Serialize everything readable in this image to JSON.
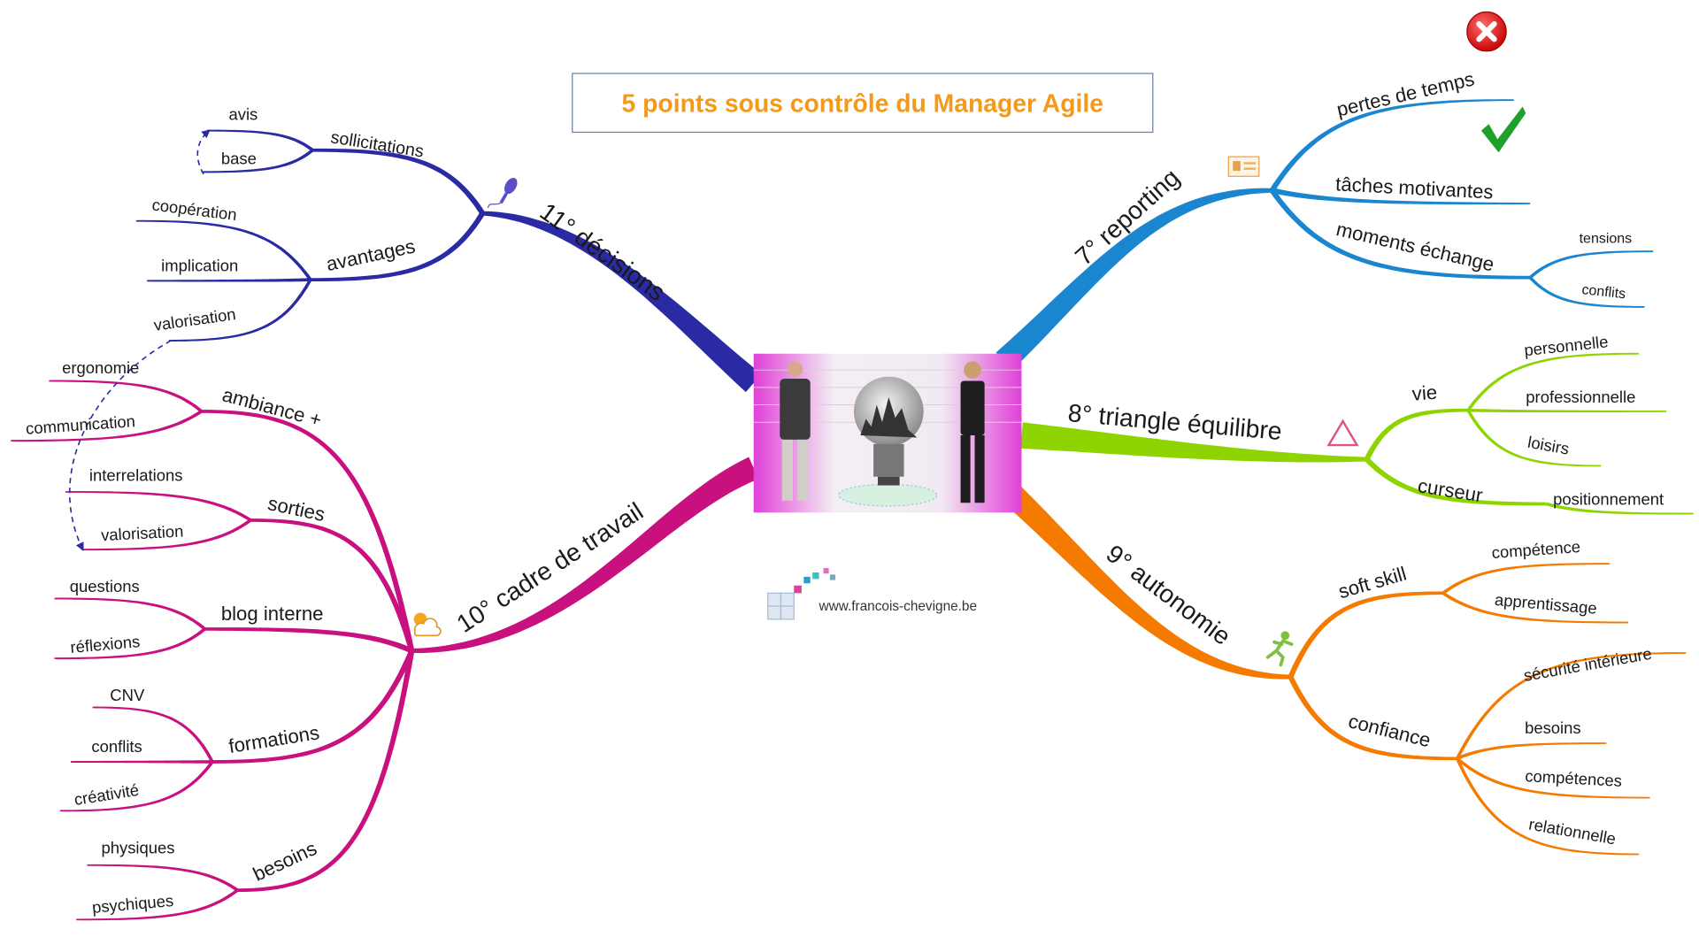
{
  "title": "5 points sous contrôle du Manager Agile",
  "website": "www.francois-chevigne.be",
  "colors": {
    "decisions": "#2a2aa5",
    "cadre": "#c8107f",
    "reporting": "#1a86cf",
    "triangle": "#8ed400",
    "autonomie": "#f47a00",
    "title": "#f39a1b"
  },
  "branches": {
    "decisions": {
      "label": "11° décisions",
      "icon": "microphone-icon",
      "sollicitations": {
        "label": "sollicitations",
        "children": [
          "avis",
          "base"
        ]
      },
      "avantages": {
        "label": "avantages",
        "children": [
          "coopération",
          "implication",
          "valorisation"
        ]
      }
    },
    "cadre": {
      "label": "10° cadre de travail",
      "icon": "sun-cloud-icon",
      "ambiance": {
        "label": "ambiance +",
        "children": [
          "ergonomie",
          "communication"
        ]
      },
      "sorties": {
        "label": "sorties",
        "children": [
          "interrelations",
          "valorisation"
        ]
      },
      "blog": {
        "label": "blog interne",
        "children": [
          "questions",
          "réflexions"
        ]
      },
      "formations": {
        "label": "formations",
        "children": [
          "CNV",
          "conflits",
          "créativité"
        ]
      },
      "besoins": {
        "label": "besoins",
        "children": [
          "physiques",
          "psychiques"
        ]
      }
    },
    "reporting": {
      "label": "7° reporting",
      "icon": "id-card-icon",
      "pertes": {
        "label": "pertes de temps",
        "icon": "red-x-icon"
      },
      "taches": {
        "label": "tâches motivantes",
        "icon": "green-check-icon"
      },
      "moments": {
        "label": "moments échange",
        "children": [
          "tensions",
          "conflits"
        ]
      }
    },
    "triangle": {
      "label": "8° triangle équilibre",
      "icon": "triangle-icon",
      "vie": {
        "label": "vie",
        "children": [
          "personnelle",
          "professionnelle",
          "loisirs"
        ]
      },
      "curseur": {
        "label": "curseur",
        "children": [
          "positionnement"
        ]
      }
    },
    "autonomie": {
      "label": "9° autonomie",
      "icon": "running-person-icon",
      "soft": {
        "label": "soft skill",
        "children": [
          "compétence",
          "apprentissage"
        ]
      },
      "confiance": {
        "label": "confiance",
        "children": [
          "sécurité intérieure",
          "besoins",
          "compétences",
          "relationnelle"
        ]
      }
    }
  }
}
